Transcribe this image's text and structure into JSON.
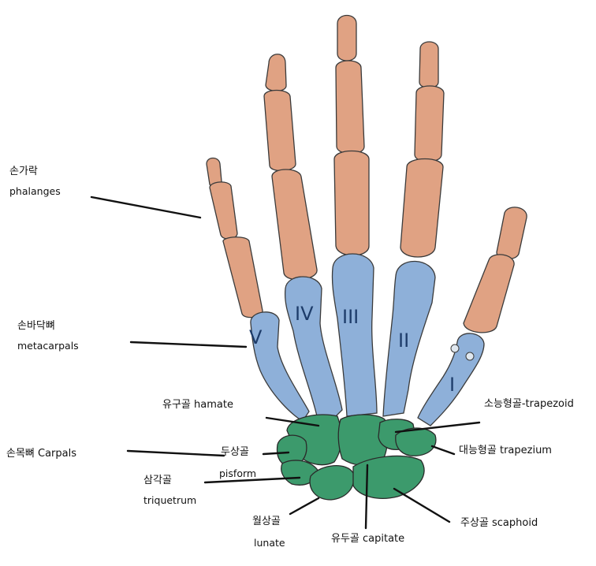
{
  "labels": {
    "phalanges_ko": "손가락",
    "phalanges_en": "phalanges",
    "metacarpals_ko": "손바닥뼈",
    "metacarpals_en": "metacarpals",
    "carpals": "손목뼈 Carpals",
    "hamate": "유구골 hamate",
    "pisiform_ko": "두상골",
    "pisiform_en": "pisform",
    "triquetrum_ko": "삼각골",
    "triquetrum_en": "triquetrum",
    "lunate_ko": "월상골",
    "lunate_en": "lunate",
    "capitate": "유두골 capitate",
    "scaphoid": "주상골 scaphoid",
    "trapezium": "대능형골 trapezium",
    "trapezoid": "소능형골-trapezoid"
  },
  "metacarpal_numerals": {
    "I": "I",
    "II": "II",
    "III": "III",
    "IV": "IV",
    "V": "V"
  },
  "colors": {
    "phalanges": "#e0a283",
    "metacarpals": "#8eb0d9",
    "carpals": "#3c9a6c"
  }
}
